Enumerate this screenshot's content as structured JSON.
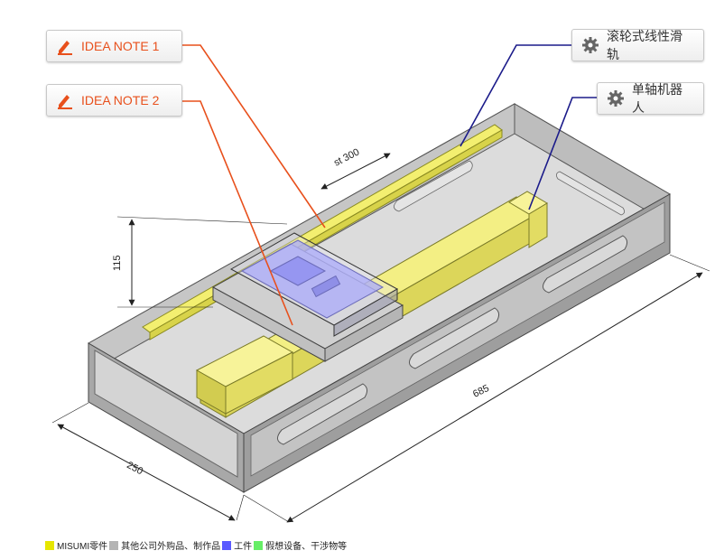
{
  "callouts": {
    "note1": "IDEA NOTE 1",
    "note2": "IDEA NOTE 2",
    "rail": "滚轮式线性滑轨",
    "robot": "单轴机器人"
  },
  "dimensions": {
    "stroke": "st 300",
    "height": "115",
    "length": "685",
    "width": "250"
  },
  "legend": [
    {
      "label": "MISUMI零件",
      "color": "#e6e600"
    },
    {
      "label": "其他公司外购品、制作品",
      "color": "#b4b4b4"
    },
    {
      "label": "工件",
      "color": "#5a5aff"
    },
    {
      "label": "假想设备、干涉物等",
      "color": "#66ee66"
    }
  ],
  "colors": {
    "idea_accent": "#e8501c",
    "part_leader": "#1b1b8a",
    "frame_gray": "#b0b0b0",
    "misumi_yellow": "#f0ec6a"
  },
  "icons": {
    "idea": "pencil-icon",
    "part": "gear-icon"
  }
}
